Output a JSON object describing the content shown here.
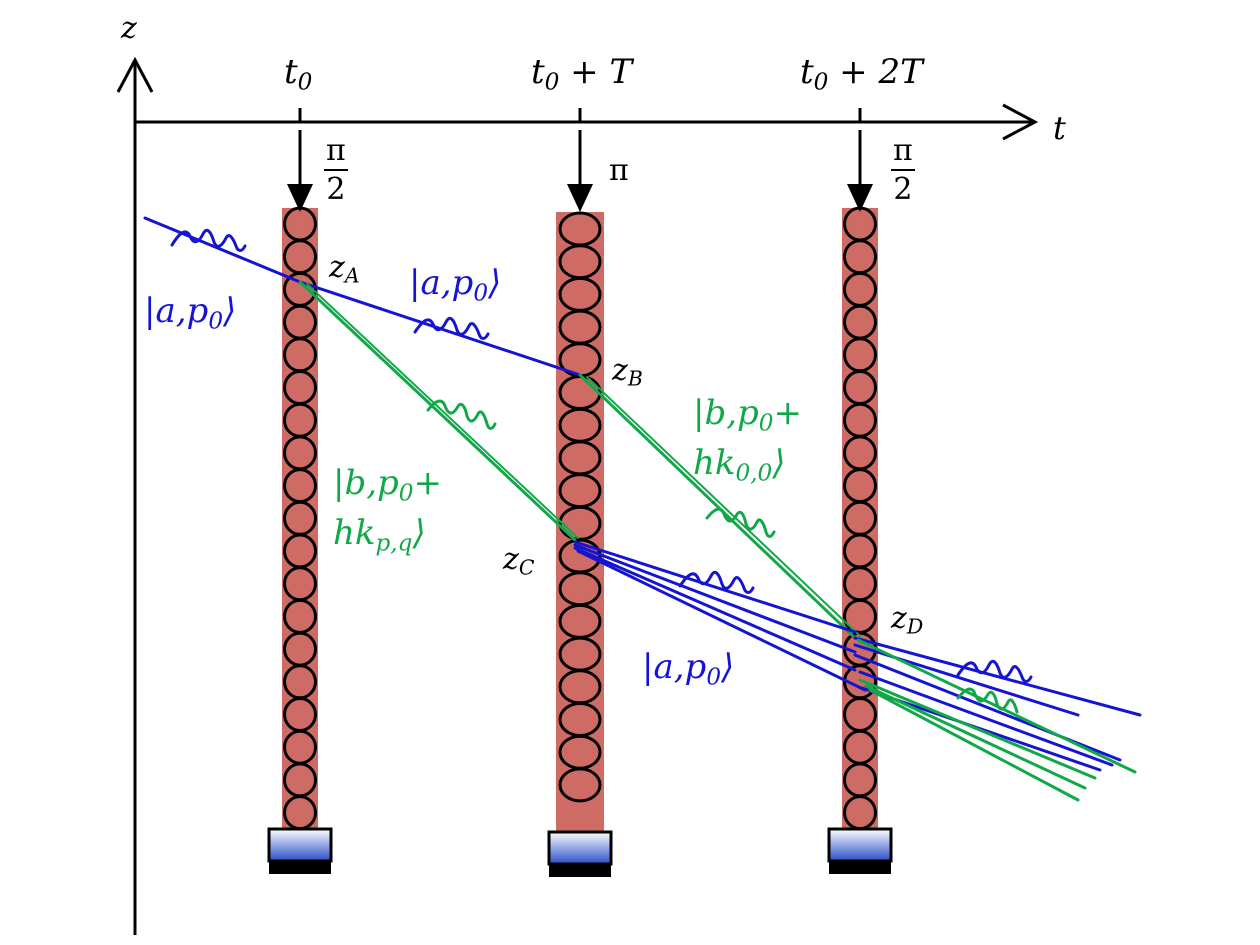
{
  "axes": {
    "vertical_label": "z",
    "horizontal_label": "t"
  },
  "time_labels": [
    "t0",
    "t0 + T",
    "t0 + 2T"
  ],
  "pulses": [
    {
      "numerator": "π",
      "denominator": "2",
      "type": "fraction"
    },
    {
      "text": "π",
      "type": "plain"
    },
    {
      "numerator": "π",
      "denominator": "2",
      "type": "fraction"
    }
  ],
  "points": [
    "zA",
    "zB",
    "zC",
    "zD"
  ],
  "states": {
    "initial": "|a,p0⟩",
    "upper_arm": "|a,p0⟩",
    "lower_arm_line1": "|b,p0+",
    "lower_arm_line2": "hkp,q⟩",
    "upper_arm_kicked_line1": "|b,p0+",
    "upper_arm_kicked_line2": "hk0,0⟩",
    "after_C": "|a,p0⟩"
  },
  "colors": {
    "state_a": "#1414d2",
    "state_b": "#12a84a",
    "lattice_beam": "#cd6b64",
    "axis": "#000000"
  },
  "icons": [
    "laser-source-icon",
    "laser-source-icon",
    "laser-source-icon"
  ]
}
